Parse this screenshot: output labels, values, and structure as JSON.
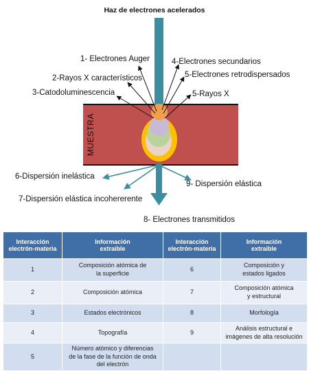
{
  "diagram": {
    "title": "Haz de electrones acelerados",
    "sample_label": "MUESTRA",
    "labels": {
      "l1": "1- Electrones Auger",
      "l2": "2-Rayos X característicos",
      "l3": "3-Catodoluminescencia",
      "l4": "4-Electrones secundarios",
      "l5": "5-Electrones retrodispersados",
      "l5b": "5-Rayos X",
      "l6": "6-Dispersión inelástica",
      "l7": "7-Dispersión elástica incohererente",
      "l8": "8- Electrones transmitidos",
      "l9": "9- Dispersión elástica"
    },
    "colors": {
      "beam": "#3a8ea0",
      "sample": "#c0504d",
      "volume_outer": "#ffc000",
      "volume_orange": "#f0a04b",
      "volume_lavender": "#c9b8d8",
      "volume_green": "#b9d39a",
      "volume_pink": "#ead3c8"
    }
  },
  "table": {
    "headers": [
      "Interacción\nelectrón-materia",
      "Información\nextraible",
      "Interacción\nelectrón-materia",
      "Información\nextraible"
    ],
    "rows": [
      [
        "1",
        "Composición atómica de\nla superficie",
        "6",
        "Composición y\nestados ligados"
      ],
      [
        "2",
        "Composición atómica",
        "7",
        "Composición atómica\ny estructural"
      ],
      [
        "3",
        "Estados electrónicos",
        "8",
        "Morfología"
      ],
      [
        "4",
        "Topografía",
        "9",
        "Análisis estructural e\nimágenes de alta resolución"
      ],
      [
        "5",
        "Número atómico y diferencias\nde la fase de la función de onda\ndel electrón",
        "",
        ""
      ]
    ],
    "colors": {
      "header_bg": "#3f6fa6",
      "row_odd": "#d2def0",
      "row_even": "#e9eef7"
    }
  }
}
